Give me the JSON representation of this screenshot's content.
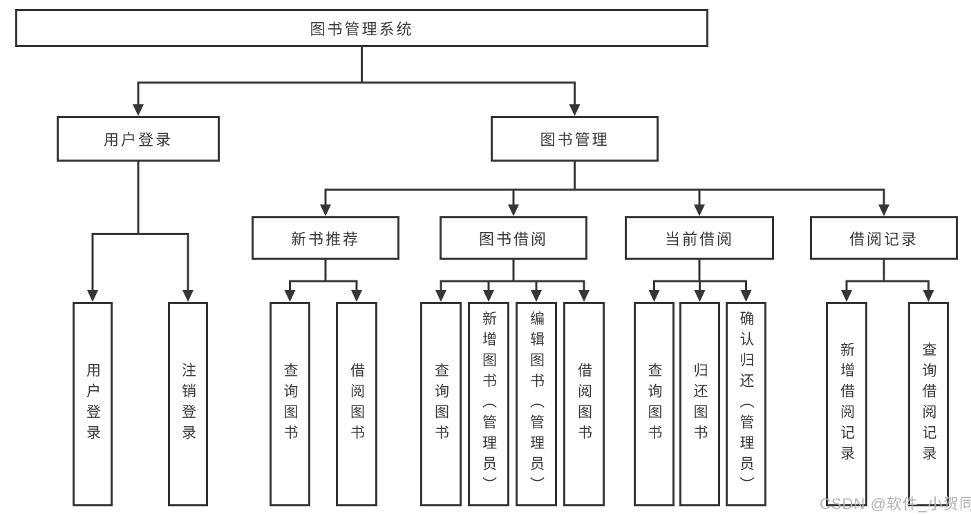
{
  "tree": {
    "label": "图书管理系统",
    "children": [
      {
        "label": "用户登录",
        "children": [
          {
            "label": "用户登录"
          },
          {
            "label": "注销登录"
          }
        ]
      },
      {
        "label": "图书管理",
        "children": [
          {
            "label": "新书推荐",
            "children": [
              {
                "label": "查询图书"
              },
              {
                "label": "借阅图书"
              }
            ]
          },
          {
            "label": "图书借阅",
            "children": [
              {
                "label": "查询图书"
              },
              {
                "label": "新增图书（管理员）"
              },
              {
                "label": "编辑图书（管理员）"
              },
              {
                "label": "借阅图书"
              }
            ]
          },
          {
            "label": "当前借阅",
            "children": [
              {
                "label": "查询图书"
              },
              {
                "label": "归还图书"
              },
              {
                "label": "确认归还（管理员）"
              }
            ]
          },
          {
            "label": "借阅记录",
            "children": [
              {
                "label": "新增借阅记录"
              },
              {
                "label": "查询借阅记录"
              }
            ]
          }
        ]
      }
    ]
  },
  "watermark": "CSDN @软件_小贺同学",
  "colors": {
    "line": "#363636",
    "box_border": "#363636",
    "box_background": "#ffffff",
    "text": "#3a3a3a",
    "watermark": "#b2b2b2",
    "page_background": "#ffffff"
  }
}
